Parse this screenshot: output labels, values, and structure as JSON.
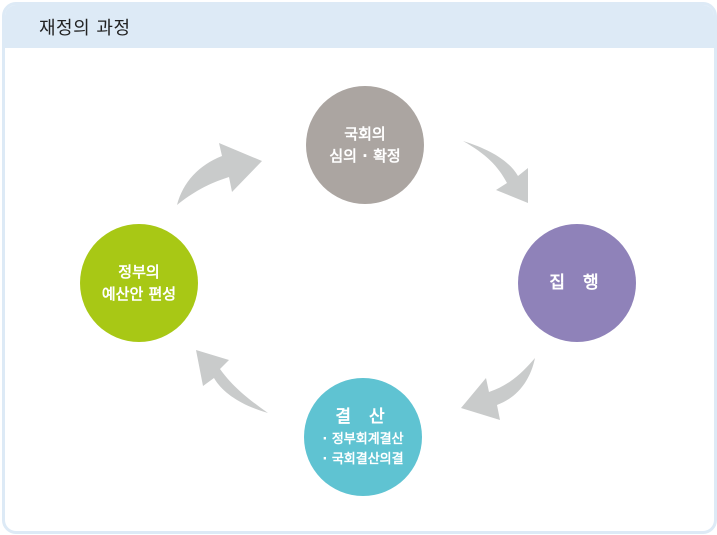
{
  "header": {
    "title": "재정의 과정"
  },
  "nodes": {
    "assembly": {
      "line1": "국회의",
      "line2": "심의 · 확정",
      "color": "#aba5a1"
    },
    "execution": {
      "line1": "집 행",
      "color": "#8f82b9"
    },
    "settlement": {
      "line1": "결 산",
      "item1": "· 정부회계결산",
      "item2": "· 국회결산의결",
      "color": "#5fc3d2"
    },
    "budget": {
      "line1": "정부의",
      "line2": "예산안 편성",
      "color": "#a8c815"
    }
  },
  "arrows": {
    "color": "#c9cbcb",
    "direction": "clockwise"
  }
}
